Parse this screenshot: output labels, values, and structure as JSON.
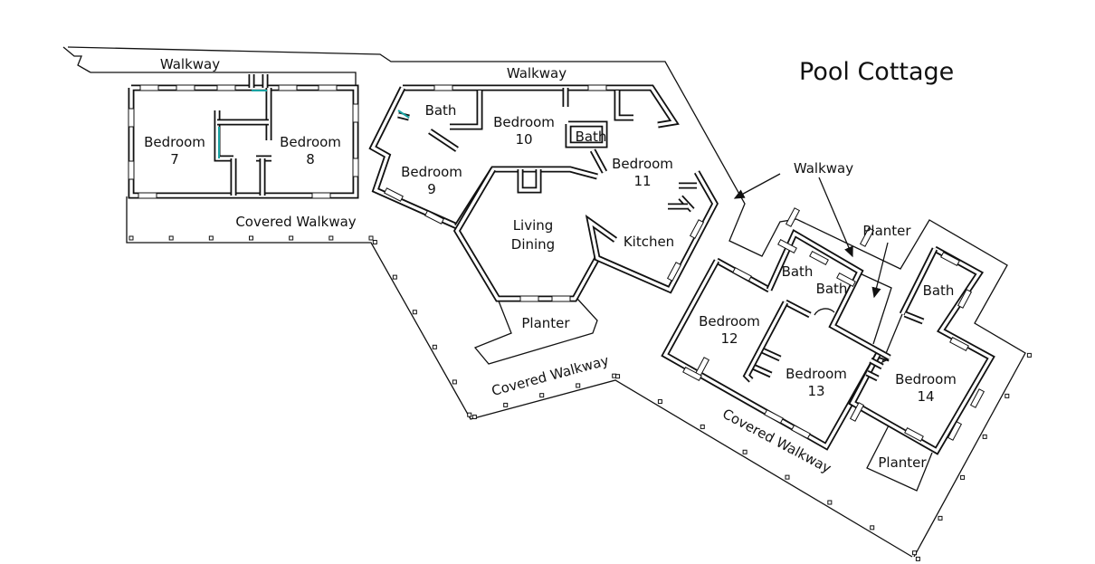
{
  "title": "Pool Cottage",
  "walkways": {
    "top_left": "Walkway",
    "top_center": "Walkway",
    "right_pointer": "Walkway",
    "covered_left": "Covered Walkway",
    "covered_center": "Covered Walkway",
    "covered_right": "Covered Walkway"
  },
  "rooms": {
    "bedroom7": [
      "Bedroom",
      "7"
    ],
    "bedroom8": [
      "Bedroom",
      "8"
    ],
    "bath_a": "Bath",
    "bedroom9": [
      "Bedroom",
      "9"
    ],
    "bedroom10": [
      "Bedroom",
      "10"
    ],
    "bath_b": "Bath",
    "bedroom11": [
      "Bedroom",
      "11"
    ],
    "living": [
      "Living",
      "Dining"
    ],
    "kitchen": "Kitchen",
    "planter_center": "Planter",
    "planter_pointer": "Planter",
    "bath_c": "Bath",
    "bath_d": "Bath",
    "bath_e": "Bath",
    "bedroom12": [
      "Bedroom",
      "12"
    ],
    "bedroom13": [
      "Bedroom",
      "13"
    ],
    "bedroom14": [
      "Bedroom",
      "14"
    ],
    "planter_right": "Planter"
  }
}
